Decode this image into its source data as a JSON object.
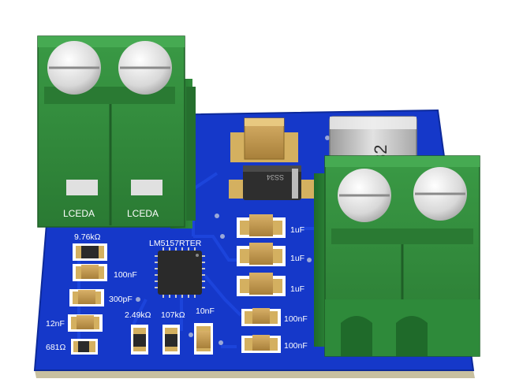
{
  "board": {
    "terminal_labels": [
      "LCEDA",
      "LCEDA"
    ],
    "inductor_marking": "82",
    "diode_marking": "SS34",
    "ic_label": "LM5157RTER",
    "left_column_labels": [
      "9.76kΩ",
      "100nF",
      "300pF",
      "12nF",
      "681Ω"
    ],
    "bottom_labels": [
      "2.49kΩ",
      "107kΩ",
      "10nF"
    ],
    "right_column_labels": [
      "1uF",
      "1uF",
      "1uF",
      "100nF",
      "100nF"
    ]
  },
  "colors": {
    "pcb": "#1538c9",
    "terminal_green": "#2e8b3a",
    "cap_body": "#c8a050",
    "pad_gold": "#d4b060",
    "silkscreen": "#ffffff"
  },
  "icons": [
    "screw-head-icon",
    "chip-icon"
  ]
}
